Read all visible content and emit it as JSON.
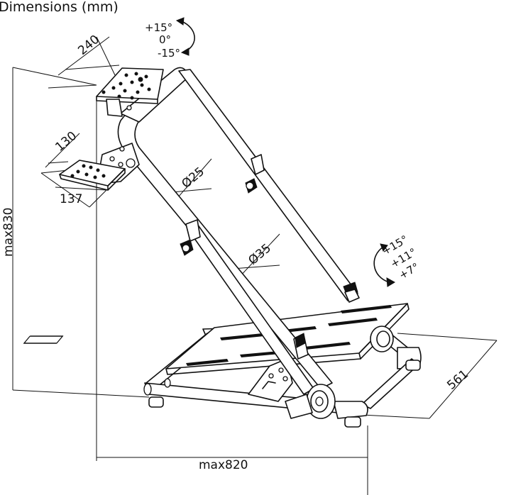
{
  "title": "Dimensions (mm)",
  "dimensions": {
    "wheel_plate_width": "240",
    "shifter_plate_width": "130",
    "shifter_plate_depth": "137",
    "height": "max830",
    "length": "max820",
    "depth": "561",
    "upper_tube": "Ø25",
    "lower_tube": "Ø35"
  },
  "wheel_tilt": {
    "up": "+15°",
    "mid": "0°",
    "down": "-15°"
  },
  "pedal_tilt": {
    "a": "+15°",
    "b": "+11°",
    "c": "+7°"
  },
  "icons": [
    "wheel-tilt-arrow-icon",
    "pedal-tilt-arrow-icon"
  ]
}
